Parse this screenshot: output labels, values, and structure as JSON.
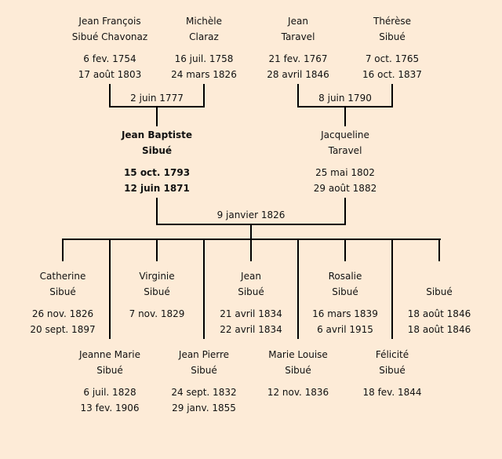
{
  "grandparents": [
    {
      "name": [
        "Jean François",
        "Sibué Chavonaz"
      ],
      "dates": [
        "6 fev. 1754",
        "17 août 1803"
      ]
    },
    {
      "name": [
        "Michèle",
        "Claraz"
      ],
      "dates": [
        "16 juil. 1758",
        "24 mars 1826"
      ]
    },
    {
      "name": [
        "Jean",
        "Taravel"
      ],
      "dates": [
        "21 fev. 1767",
        "28 avril 1846"
      ]
    },
    {
      "name": [
        "Thérèse",
        "Sibué"
      ],
      "dates": [
        "7 oct. 1765",
        "16 oct. 1837"
      ]
    }
  ],
  "grandparent_marriages": [
    "2 juin 1777",
    "8 juin 1790"
  ],
  "parents": [
    {
      "name": [
        "Jean Baptiste",
        "Sibué"
      ],
      "dates": [
        "15 oct. 1793",
        "12 juin 1871"
      ]
    },
    {
      "name": [
        "Jacqueline",
        "Taravel"
      ],
      "dates": [
        "25 mai 1802",
        "29 août 1882"
      ]
    }
  ],
  "parent_marriage": "9 janvier 1826",
  "children": [
    {
      "name": [
        "Catherine",
        "Sibué"
      ],
      "dates": [
        "26 nov. 1826",
        "20 sept. 1897"
      ]
    },
    {
      "name": [
        "Jeanne Marie",
        "Sibué"
      ],
      "dates": [
        "6 juil. 1828",
        "13 fev. 1906"
      ]
    },
    {
      "name": [
        "Virginie",
        "Sibué"
      ],
      "dates": [
        "7 nov. 1829",
        ""
      ]
    },
    {
      "name": [
        "Jean Pierre",
        "Sibué"
      ],
      "dates": [
        "24 sept. 1832",
        "29 janv. 1855"
      ]
    },
    {
      "name": [
        "Jean",
        "Sibué"
      ],
      "dates": [
        "21 avril 1834",
        "22 avril 1834"
      ]
    },
    {
      "name": [
        "Marie Louise",
        "Sibué"
      ],
      "dates": [
        "12 nov. 1836",
        ""
      ]
    },
    {
      "name": [
        "Rosalie",
        "Sibué"
      ],
      "dates": [
        "16 mars 1839",
        "6 avril 1915"
      ]
    },
    {
      "name": [
        "Félicité",
        "Sibué"
      ],
      "dates": [
        "18 fev. 1844",
        ""
      ]
    },
    {
      "name": [
        "",
        "Sibué"
      ],
      "dates": [
        "18 août 1846",
        "18 août 1846"
      ]
    }
  ]
}
